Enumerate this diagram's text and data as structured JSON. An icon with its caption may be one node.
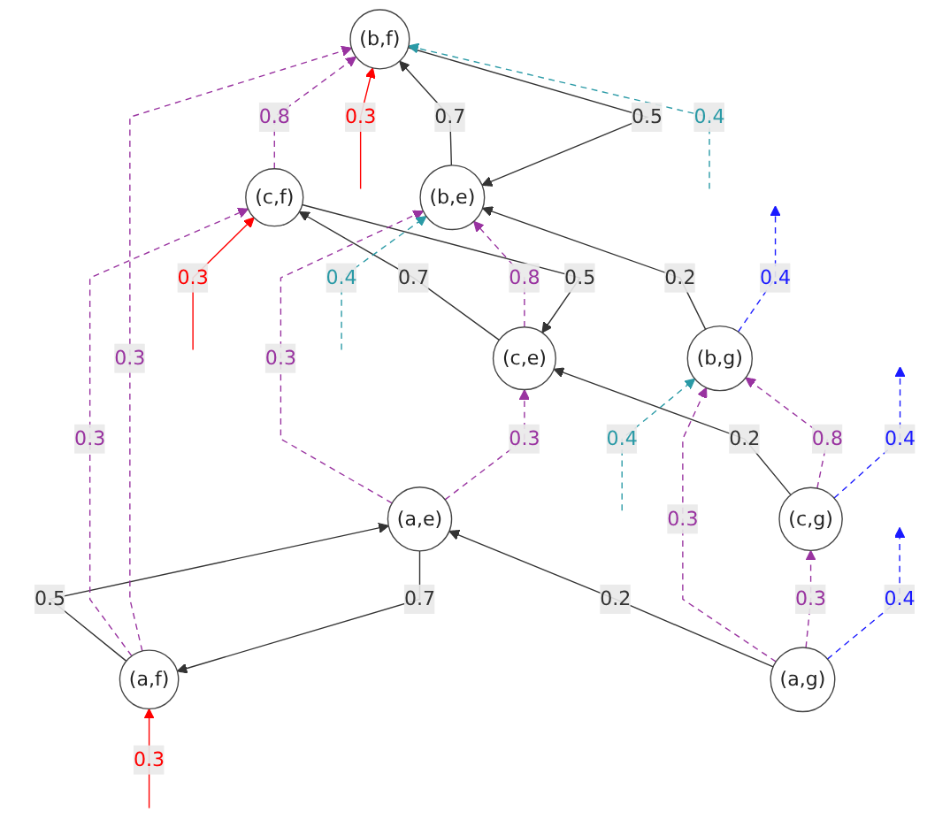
{
  "diagram": {
    "nodes": [
      {
        "text": [
          "(a,f)"
        ]
      },
      {
        "text": [
          "(b,f)"
        ]
      },
      {
        "text": [
          "(c,f)"
        ]
      },
      {
        "text": [
          "(a,e)"
        ]
      },
      {
        "text": [
          "(b,e)"
        ]
      },
      {
        "text": [
          "(c,e)"
        ]
      },
      {
        "text": [
          "(a,g)"
        ]
      },
      {
        "text": [
          "(b,g)"
        ]
      },
      {
        "text": [
          "(c,g)"
        ]
      }
    ],
    "edges": [
      {
        "from": 0,
        "to": 3,
        "arrow": "to",
        "label": "0.5"
      },
      {
        "from": 3,
        "to": 0,
        "arrow": "to",
        "label": "0.7"
      },
      {
        "from": 1,
        "to": 4,
        "arrow": "to",
        "label": "0.5"
      },
      {
        "from": 4,
        "to": 1,
        "arrow": "to",
        "label": "0.7"
      },
      {
        "from": 2,
        "to": 5,
        "arrow": "to",
        "label": "0.5"
      },
      {
        "from": 5,
        "to": 2,
        "arrow": "to",
        "label": "0.7"
      },
      {
        "from": 6,
        "to": 3,
        "arrow": "to",
        "label": "0.2"
      },
      {
        "from": 7,
        "to": 4,
        "arrow": "to",
        "label": "0.2"
      },
      {
        "from": 8,
        "to": 5,
        "arrow": "to",
        "label": "0.2"
      },
      {
        "from": 0,
        "to": 2,
        "arrow": "to",
        "label": "0.3",
        "style": "dashed",
        "color": "#9933a0"
      },
      {
        "from": 0,
        "to": 1,
        "arrow": "to",
        "label": "0.3",
        "style": "dashed",
        "color": "#9933a0"
      },
      {
        "from": 2,
        "to": 1,
        "arrow": "to",
        "label": "0.8",
        "style": "dashed",
        "color": "#9933a0"
      },
      {
        "from": 3,
        "to": 4,
        "arrow": "to",
        "label": "0.3",
        "style": "dashed",
        "color": "#9933a0"
      },
      {
        "from": 3,
        "to": 5,
        "arrow": "to",
        "label": "0.3",
        "style": "dashed",
        "color": "#9933a0"
      },
      {
        "from": 5,
        "to": 4,
        "arrow": "to",
        "label": "0.8",
        "style": "dashed",
        "color": "#9933a0"
      },
      {
        "from": 6,
        "to": 7,
        "arrow": "to",
        "label": "0.3",
        "style": "dashed",
        "color": "#9933a0"
      },
      {
        "from": 6,
        "to": 8,
        "arrow": "to",
        "label": "0.3",
        "style": "dashed",
        "color": "#9933a0"
      },
      {
        "from": 8,
        "to": 7,
        "arrow": "to",
        "label": "0.8",
        "style": "dashed",
        "color": "#9933a0"
      },
      {
        "from": null,
        "to": 0,
        "arrow": "to",
        "label": "0.3",
        "color": "#ff0000"
      },
      {
        "from": null,
        "to": 1,
        "arrow": "to",
        "label": "0.3",
        "color": "#ff0000"
      },
      {
        "from": null,
        "to": 2,
        "arrow": "to",
        "label": "0.3",
        "color": "#ff0000"
      },
      {
        "from": 6,
        "to": null,
        "arrow": "to",
        "label": "0.4",
        "style": "dashed",
        "color": "#1a1aff"
      },
      {
        "from": 7,
        "to": null,
        "arrow": "to",
        "label": "0.4",
        "style": "dashed",
        "color": "#1a1aff"
      },
      {
        "from": 8,
        "to": null,
        "arrow": "to",
        "label": "0.4",
        "style": "dashed",
        "color": "#1a1aff"
      },
      {
        "from": null,
        "to": 1,
        "arrow": "to",
        "label": "0.4",
        "style": "dashed",
        "color": "#2a9aa6"
      },
      {
        "from": null,
        "to": 4,
        "arrow": "to",
        "label": "0.4",
        "style": "dashed",
        "color": "#2a9aa6"
      },
      {
        "from": null,
        "to": 7,
        "arrow": "to",
        "label": "0.4",
        "style": "dashed",
        "color": "#2a9aa6"
      }
    ]
  }
}
